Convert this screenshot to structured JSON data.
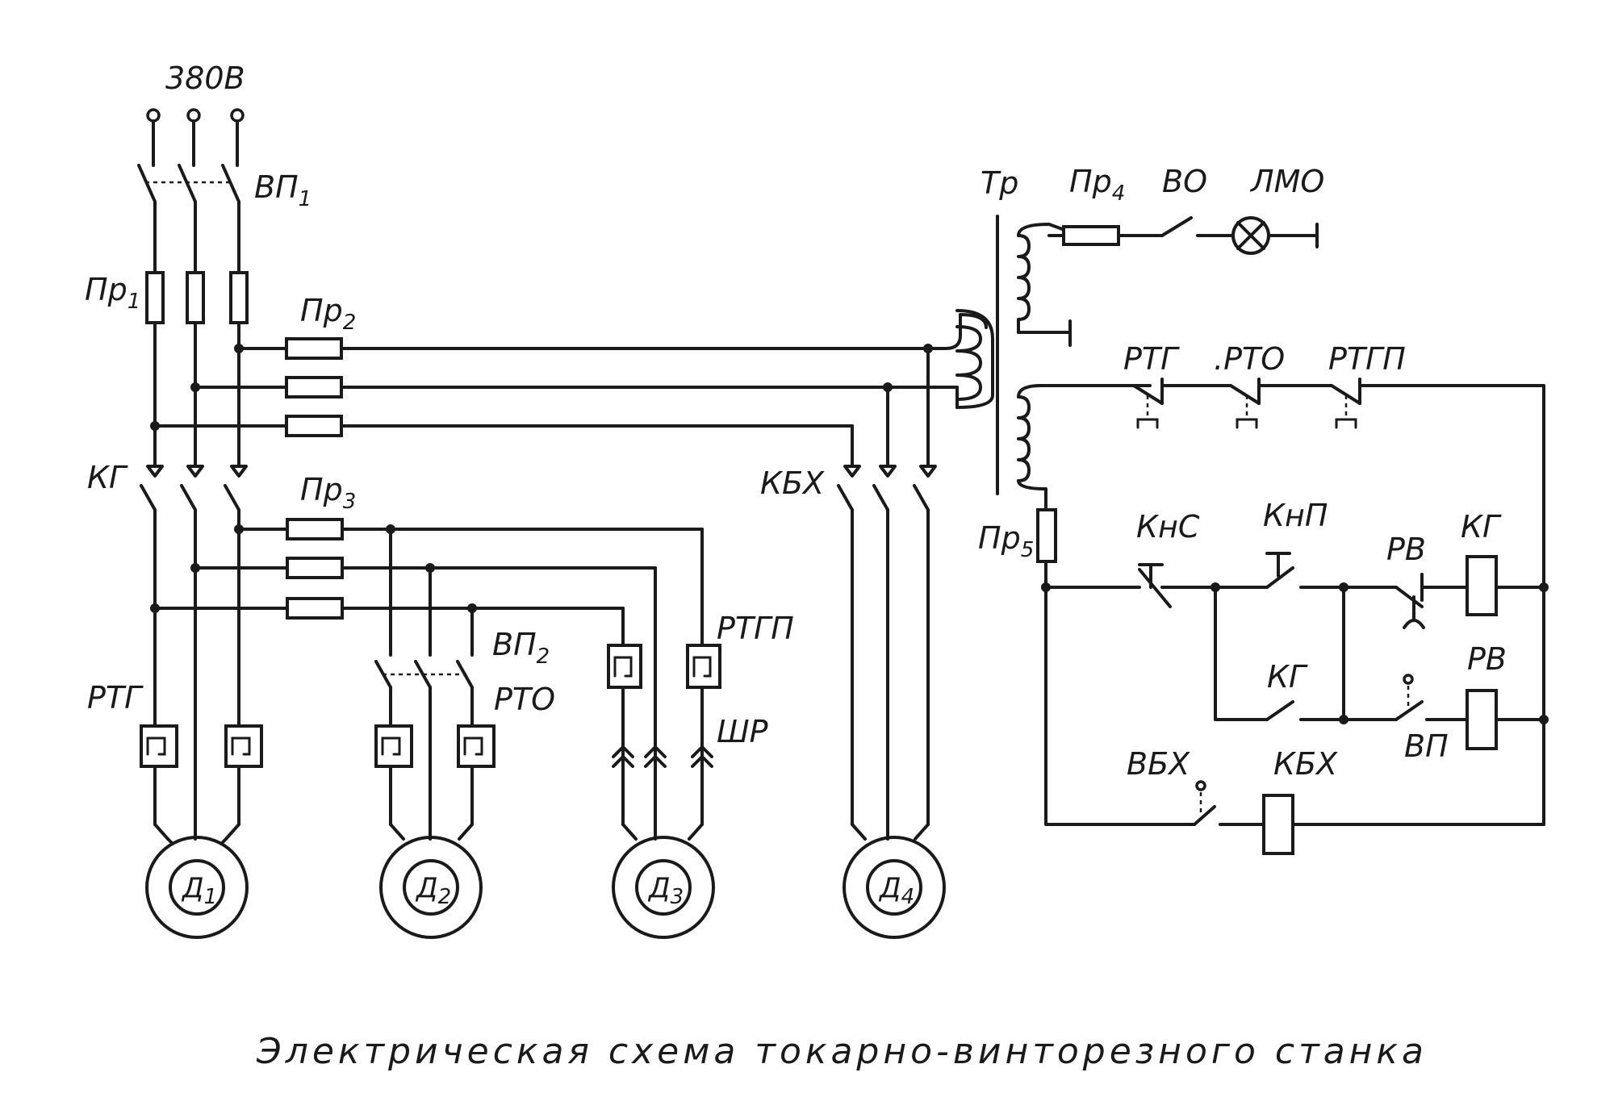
{
  "caption": "Электрическая схема токарно-винторезного станка",
  "supply": {
    "voltage": "380В"
  },
  "labels": {
    "vp1": "ВП",
    "vp1_sub": "1",
    "pr1": "Пр",
    "pr1_sub": "1",
    "pr2": "Пр",
    "pr2_sub": "2",
    "pr3": "Пр",
    "pr3_sub": "3",
    "pr4": "Пр",
    "pr4_sub": "4",
    "pr5": "Пр",
    "pr5_sub": "5",
    "kg": "КГ",
    "kbh": "КБХ",
    "tr": "Тр",
    "vo": "ВО",
    "lmo": "ЛМО",
    "rtg_top": "РТГ",
    "rto_top": ".РТО",
    "rtgp_top": "РТГП",
    "vp2": "ВП",
    "vp2_sub": "2",
    "rtgp_mid": "РТГП",
    "rtg_left": "РТГ",
    "rto_mid": "РТО",
    "shr": "ШР",
    "knc": "КнС",
    "knp": "КнП",
    "rv_contact": "РВ",
    "kg_coil": "КГ",
    "kg_contact": "КГ",
    "rv_coil": "РВ",
    "vp_contact": "ВП",
    "vbh": "ВБХ",
    "kbh_coil": "КБХ"
  },
  "motors": [
    {
      "label": "Д",
      "sub": "1"
    },
    {
      "label": "Д",
      "sub": "2"
    },
    {
      "label": "Д",
      "sub": "3"
    },
    {
      "label": "Д",
      "sub": "4"
    }
  ]
}
